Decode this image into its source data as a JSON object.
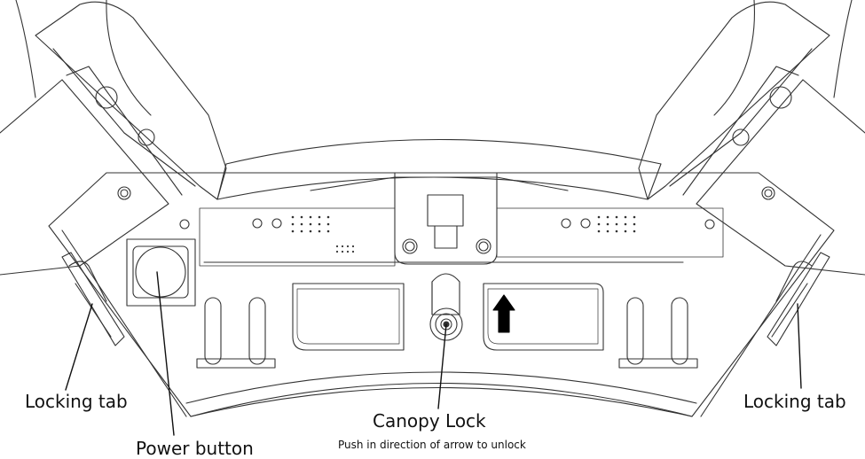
{
  "labels": {
    "locking_tab_left": "Locking tab",
    "locking_tab_right": "Locking tab",
    "power_button": "Power button",
    "canopy_lock": "Canopy Lock",
    "unlock_instruction": "Push in direction of arrow to unlock"
  },
  "colors": {
    "line": "#333333",
    "arrow": "#000000",
    "background": "#ffffff"
  }
}
